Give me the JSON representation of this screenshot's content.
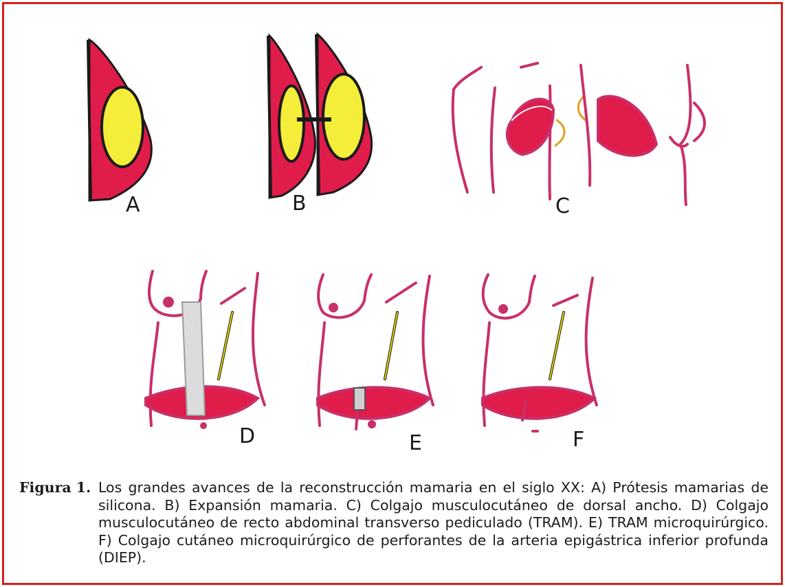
{
  "figure": {
    "panels": [
      {
        "id": "A",
        "letter": "A"
      },
      {
        "id": "B",
        "letter": "B"
      },
      {
        "id": "C",
        "letter": "C"
      },
      {
        "id": "D",
        "letter": "D"
      },
      {
        "id": "E",
        "letter": "E"
      },
      {
        "id": "F",
        "letter": "F"
      }
    ],
    "caption_label": "Figura 1.",
    "caption_text": "Los grandes avances de la reconstrucción mamaria en el siglo XX: A) Prótesis mamarias de silicona. B) Expansión mamaria. C) Colgajo musculocutáneo de dorsal ancho. D) Colgajo musculocutáneo de recto abdominal transverso pediculado (TRAM). E) TRAM microquirúrgico. F) Colgajo cutáneo microquirúrgico de perforantes de la arteria epigástrica inferior profunda (DIEP).",
    "colors": {
      "frame": "#d81e1e",
      "tissue": "#e01c4a",
      "implant": "#f4ee3a",
      "skin_outline": "#c8306a",
      "pedicle": "#e8d400"
    }
  }
}
